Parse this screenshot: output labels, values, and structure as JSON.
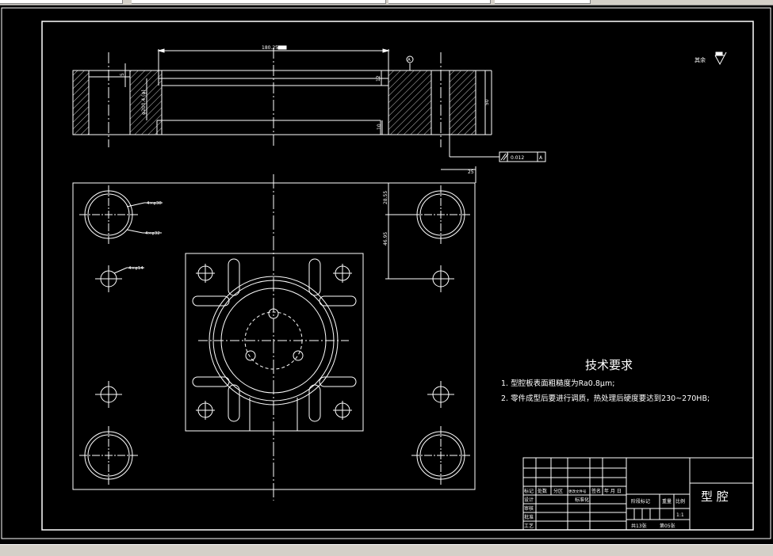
{
  "colors": {
    "background": "#000000",
    "line": "#ffffff",
    "center_line": "#ffffff",
    "marker": "#ffffff"
  },
  "dimensions": {
    "top_width": "180.25",
    "d12": "12",
    "d10": "10",
    "d5": "5",
    "d50": "50",
    "d25": "25",
    "d28_55": "28.55",
    "d46_95": "46.95",
    "vertical_left": "φ200.4 (φ)",
    "hole_a": "4×φ38",
    "hole_b": "4×φ32",
    "hole_c": "4×φ14",
    "tolerance": "0.012",
    "datum": "A",
    "datum_marker": "A"
  },
  "roughness_note": "其余",
  "tech_requirements": {
    "title": "技术要求",
    "items": [
      "1. 型腔板表面粗糙度为Ra0.8μm;",
      "2. 零件成型后要进行调质，热处理后硬度要达到230~270HB;"
    ]
  },
  "title_block": {
    "part_name": "型 腔",
    "scale": "1:1",
    "sheet_total": "共13张",
    "sheet_no": "第05张",
    "header_labels": [
      "标记",
      "处数",
      "分区",
      "更改文件号",
      "签名",
      "年 月 日"
    ],
    "row_labels": [
      "设计",
      "审核",
      "工艺"
    ],
    "standardization": "标准化",
    "stage_label": "阶段标记",
    "weight_label": "重量",
    "scale_label": "比例",
    "extra_label": "批准"
  }
}
